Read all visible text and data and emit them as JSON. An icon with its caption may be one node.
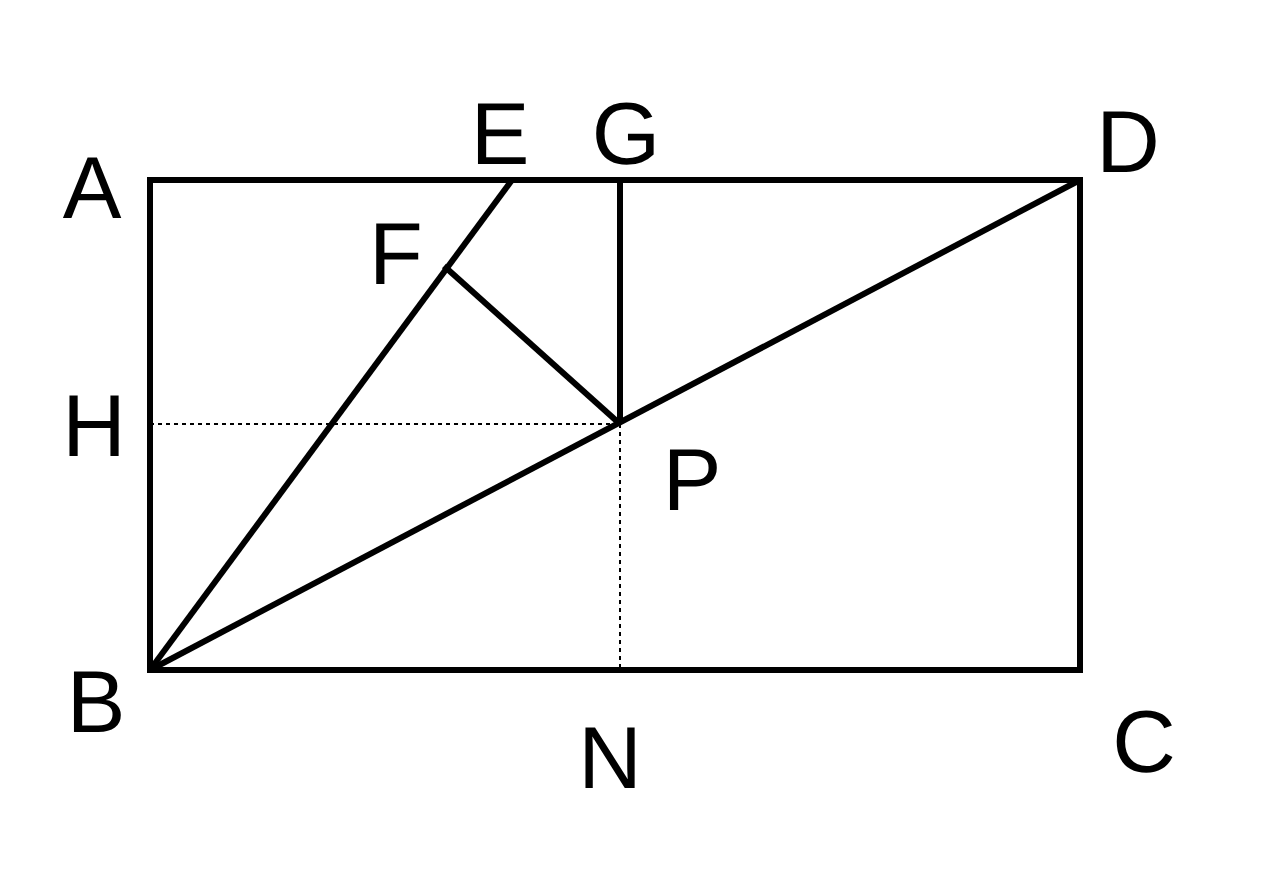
{
  "diagram": {
    "labels": [
      "A",
      "E",
      "G",
      "D",
      "F",
      "H",
      "P",
      "B",
      "N",
      "C"
    ]
  }
}
